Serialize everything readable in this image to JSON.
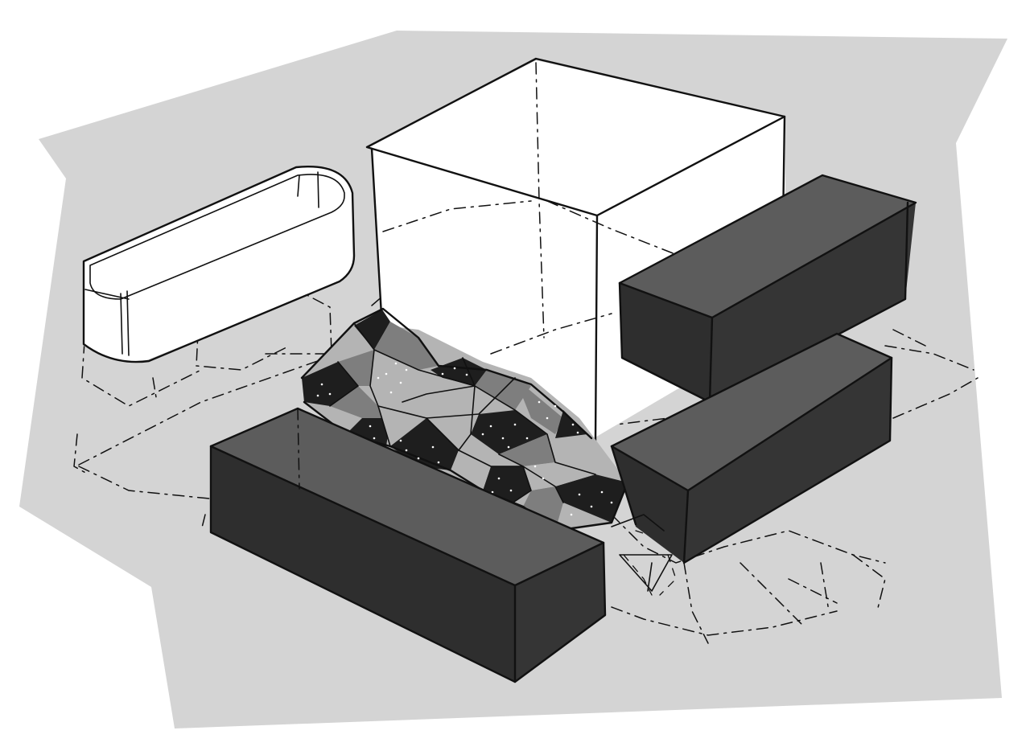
{
  "illustration": {
    "style": "hand-drawn grayscale architectural sketch",
    "colors": {
      "background": "#ffffff",
      "ground": "#d4d4d4",
      "block_top": "#5c5c5c",
      "block_side": "#353535",
      "block_front": "#2e2e2e",
      "mid_gray": "#7e7e7e",
      "light_gray": "#b4b4b4",
      "dark_tile": "#1e1e1e",
      "ink": "#111111",
      "white": "#ffffff"
    },
    "objects": [
      "ground-plane",
      "glass-cube",
      "rounded-trough",
      "dark-block-front",
      "dark-block-right-upper",
      "dark-block-right-lower",
      "faceted-mosaic-surface",
      "dashed-ghost-outlines"
    ]
  }
}
